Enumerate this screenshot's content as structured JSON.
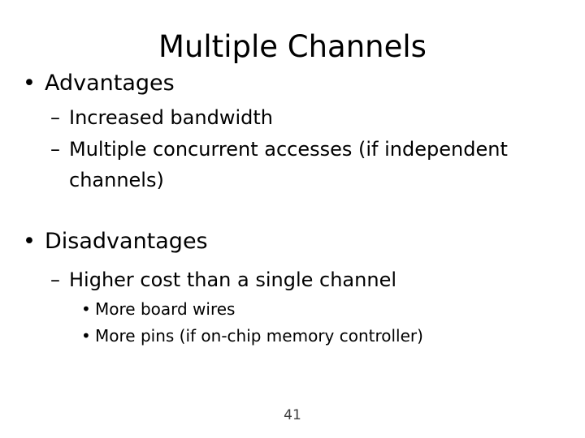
{
  "slide": {
    "title": "Multiple Channels",
    "page_number": "41",
    "markers": {
      "level1_bullet": "•",
      "level2_dash": "–",
      "level3_bullet": "•"
    },
    "sections": [
      {
        "heading": "Advantages",
        "points": [
          {
            "text": "Increased bandwidth"
          },
          {
            "text": "Multiple concurrent accesses (if independent channels)"
          }
        ]
      },
      {
        "heading": "Disadvantages",
        "points": [
          {
            "text": "Higher cost than a single channel",
            "subpoints": [
              "More board wires",
              "More pins (if on-chip memory controller)"
            ]
          }
        ]
      }
    ]
  }
}
